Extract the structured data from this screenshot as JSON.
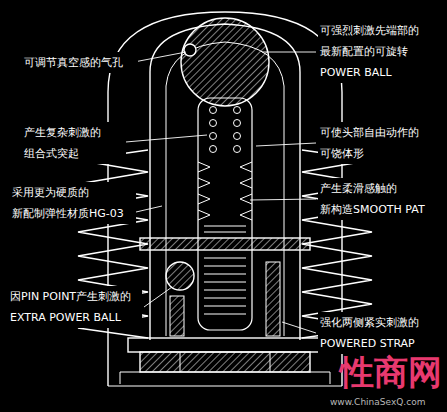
{
  "diagram": {
    "labels": [
      "可调节真空感的气孔",
      "可强烈刺激先端部的 最新配置的可旋转 POWER BALL",
      "产生复杂刺激的 组合式突起",
      "可使头部自由动作的 可饶体形",
      "采用更为硬质的 新配制弹性材质HG-03",
      "产生柔滑感触的 新构造SMOOTH PAT",
      "因PIN POINT产生刺激的 EXTRA POWER BALL",
      "强化两侧紧实刺激的 POWERED STRAP",
      "性商网",
      "www.ChinaSexQ.com"
    ]
  }
}
